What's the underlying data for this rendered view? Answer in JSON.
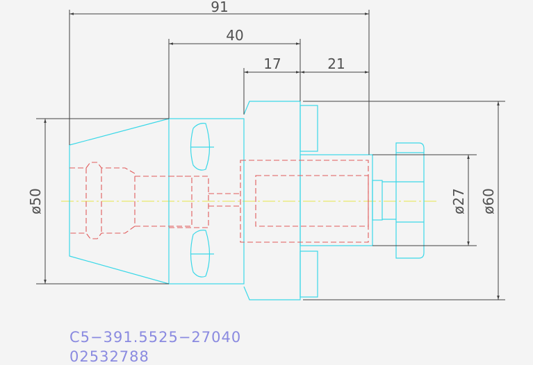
{
  "dimensions": {
    "overall_length": "91",
    "body_length": "40",
    "flange_length": "17",
    "shank_length": "21",
    "dia_left": "ø50",
    "dia_bore": "ø27",
    "dia_flange": "ø60"
  },
  "caption": {
    "part_code": "C5−391.5525−27040",
    "item_number": "02532788"
  },
  "colors": {
    "outline": "#3ad8e8",
    "hidden": "#e05a5a",
    "centerline": "#e6e64a",
    "dimension": "#505050",
    "caption": "#8a8ae0",
    "background": "#f4f4f4"
  }
}
